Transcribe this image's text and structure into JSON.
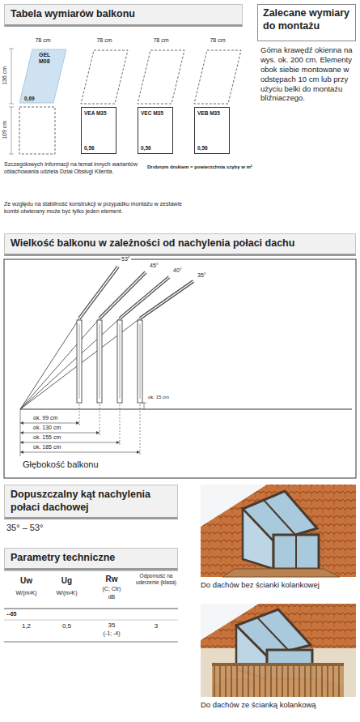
{
  "diagram": {
    "nodes": [
      {
        "text": [
          "Tabela wymiarów balkonu"
        ]
      },
      {
        "text": [
          "Zalecane wymiary do montażu"
        ]
      },
      {
        "text": [
          "GEL M08",
          "0,69"
        ]
      },
      {
        "text": [
          "VEA M35",
          "0,56"
        ]
      },
      {
        "text": [
          "VEC M35",
          "0,56"
        ]
      },
      {
        "text": [
          "VEB M35",
          "0,56"
        ]
      },
      {
        "text": [
          "Wielkość balkonu w zależności od nachylenia połaci dachu"
        ]
      },
      {
        "text": [
          "Dopuszczalny kąt nachylenia połaci dachowej"
        ]
      },
      {
        "text": [
          "Parametry techniczne"
        ]
      }
    ],
    "labels": [
      "78 cm",
      "78 cm",
      "78 cm",
      "78 cm",
      "136 cm",
      "109 cm",
      "Szczegółowych informacji na temat innych wariantów oblachowania udziela Dział Obsługi Klienta.",
      "Drobnym drukiem = powierzchnia szyby w m²",
      "Ze względu na stabilność konstrukcji w przypadku montażu w zestawie kombi otwierany może być tylko jeden element.",
      "Górna krawędź okienna na wys. ok. 200 cm. Elementy obok siebie montowane w odstępach 10 cm lub przy użyciu belki do montażu bliźniaczego.",
      "53°",
      "45°",
      "40°",
      "35°",
      "ok. 15 cm",
      "ok. 99 cm",
      "ok. 130 cm",
      "ok. 155 cm",
      "ok. 185 cm",
      "Głębokość balkonu",
      "35° – 53°",
      "Uw",
      "W/(m²K)",
      "Ug",
      "W/(m²K)",
      "Rw",
      "(C; Ctr)",
      "dB",
      "Odporność na uderzenie (klasa)",
      "--65",
      "1,2",
      "0,5",
      "35",
      "(-1; -4)",
      "3",
      "Do dachów bez ścianki kolankowej",
      "Do dachów ze ścianką kolankową"
    ]
  }
}
